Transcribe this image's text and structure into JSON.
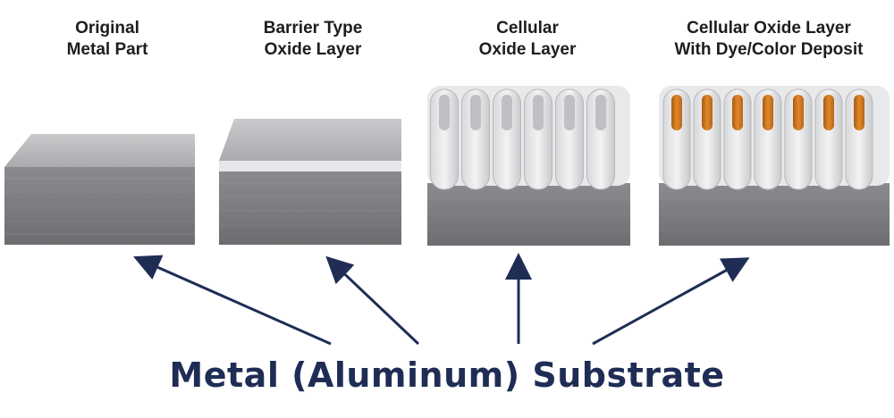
{
  "stages": [
    {
      "title_lines": [
        "Original",
        "Metal Part"
      ]
    },
    {
      "title_lines": [
        "Barrier Type",
        "Oxide Layer"
      ]
    },
    {
      "title_lines": [
        "Cellular",
        "Oxide Layer"
      ]
    },
    {
      "title_lines": [
        "Cellular Oxide Layer",
        "With Dye/Color Deposit"
      ]
    }
  ],
  "substrate_label": "Metal (Aluminum) Substrate",
  "colors": {
    "metal_front": "#7e7f82",
    "metal_top": "#b9babc",
    "oxide": "#e4e5e7",
    "dye": "#c8741f",
    "arrow": "#1f2d55"
  },
  "icons": [
    "arrow-icon"
  ]
}
